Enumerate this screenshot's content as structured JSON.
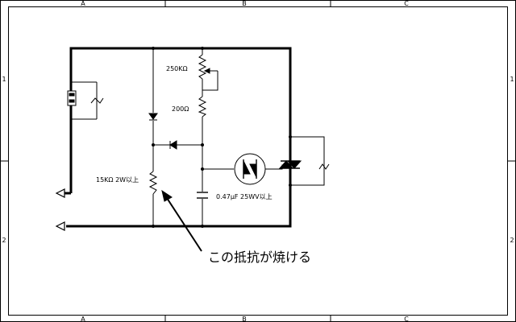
{
  "frame": {
    "col_labels": [
      "A",
      "B",
      "C"
    ],
    "row_labels": [
      "1",
      "2"
    ]
  },
  "components": {
    "pot_label": "250KΩ",
    "resistor_label": "200Ω",
    "resistor_15k_label": "15KΩ 2W以上",
    "capacitor_label": "0.47μF 25WV以上"
  },
  "annotation": {
    "text": "この抵抗が焼ける"
  }
}
